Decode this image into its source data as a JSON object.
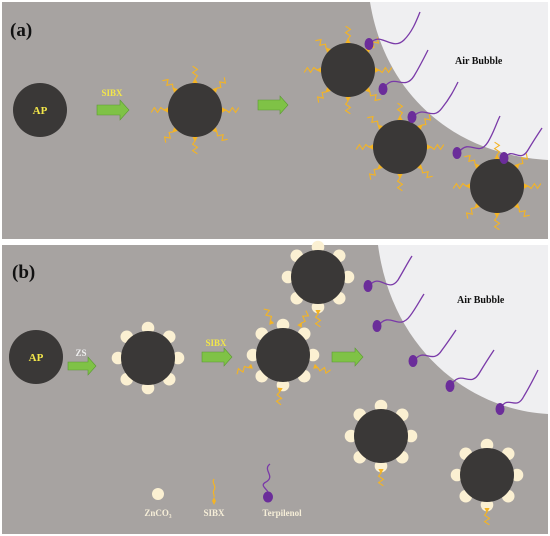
{
  "panels": [
    {
      "label": "(a)",
      "bubble_label": "Air Bubble",
      "ap_label": "AP",
      "step_label": "SIBX"
    },
    {
      "label": "(b)",
      "bubble_label": "Air Bubble",
      "ap_label": "AP",
      "step1_label": "ZS",
      "step2_label": "SIBX"
    }
  ],
  "legend": {
    "znco3": "ZnCO₃",
    "sibx": "SIBX",
    "terpineol": "Terpilenol"
  },
  "colors": {
    "panel_bg": "#a7a3a1",
    "particle": "#3a3837",
    "bubble": "#efeff1",
    "collector": "#f4b424",
    "terpineol": "#6b2d9a",
    "arrow": "#7fc246",
    "znco3": "#fbf0d2",
    "label_yellow": "#f2e64a"
  }
}
